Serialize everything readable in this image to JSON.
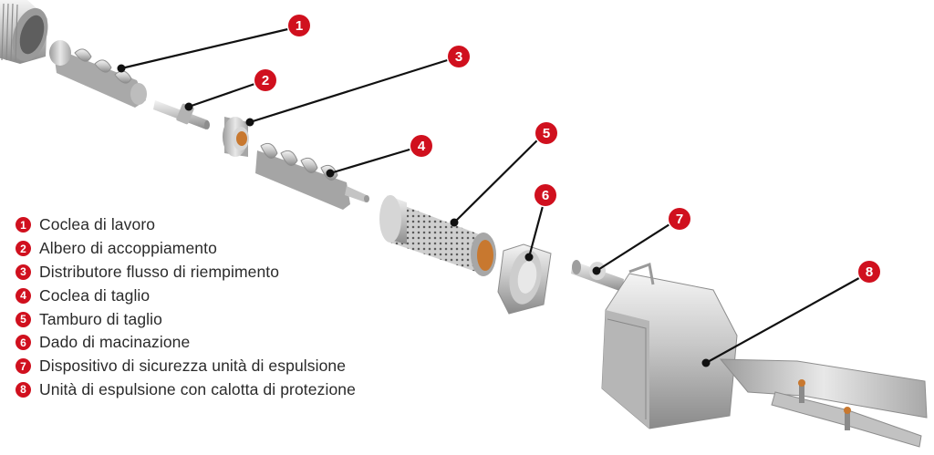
{
  "colors": {
    "badge": "#d0101e",
    "leader": "#111111",
    "metal_light": "#e6e6e6",
    "metal_mid": "#b9b9b9",
    "metal_dark": "#7c7c7c",
    "copper": "#c8782f"
  },
  "callouts": [
    {
      "number": "1",
      "label": "Coclea di lavoro"
    },
    {
      "number": "2",
      "label": "Albero di accoppiamento"
    },
    {
      "number": "3",
      "label": "Distributore flusso di riempimento"
    },
    {
      "number": "4",
      "label": "Coclea di taglio"
    },
    {
      "number": "5",
      "label": "Tamburo di taglio"
    },
    {
      "number": "6",
      "label": "Dado di macinazione"
    },
    {
      "number": "7",
      "label": "Dispositivo di sicurezza unità di espulsione"
    },
    {
      "number": "8",
      "label": "Unità di espulsione con calotta di protezione"
    }
  ]
}
